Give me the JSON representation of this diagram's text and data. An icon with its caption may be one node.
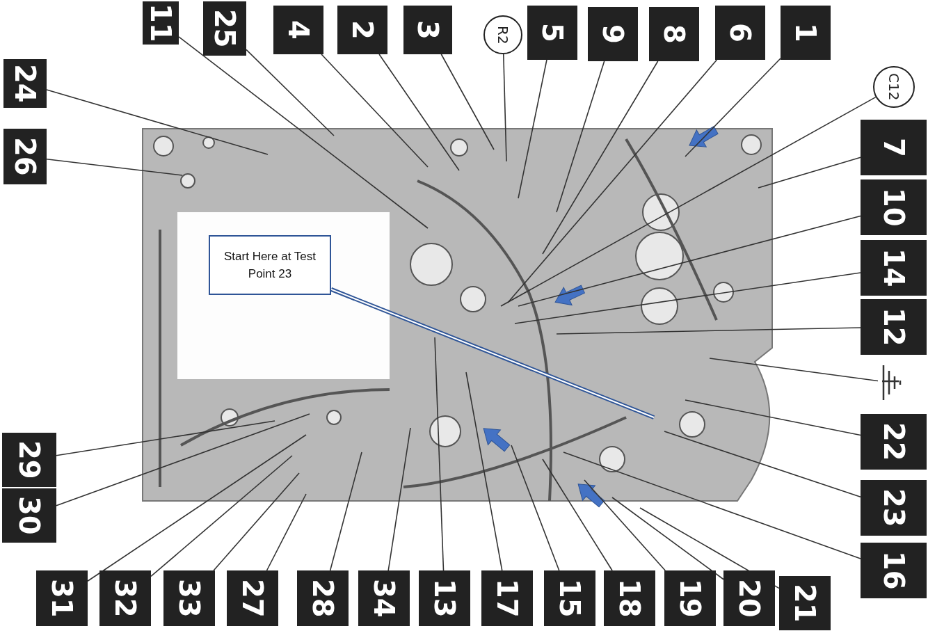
{
  "diagram": {
    "nodes": [
      {
        "text": [
          "24"
        ]
      },
      {
        "text": [
          "26"
        ]
      },
      {
        "text": [
          "11"
        ]
      },
      {
        "text": [
          "25"
        ]
      },
      {
        "text": [
          "4"
        ]
      },
      {
        "text": [
          "2"
        ]
      },
      {
        "text": [
          "3"
        ]
      },
      {
        "text": [
          "R2"
        ]
      },
      {
        "text": [
          "5"
        ]
      },
      {
        "text": [
          "9"
        ]
      },
      {
        "text": [
          "8"
        ]
      },
      {
        "text": [
          "6"
        ]
      },
      {
        "text": [
          "1"
        ]
      },
      {
        "text": [
          "C12"
        ]
      },
      {
        "text": [
          "7"
        ]
      },
      {
        "text": [
          "10"
        ]
      },
      {
        "text": [
          "14"
        ]
      },
      {
        "text": [
          "12"
        ]
      },
      {
        "text": [],
        "shape": "ground"
      },
      {
        "text": [
          "22"
        ]
      },
      {
        "text": [
          "23"
        ]
      },
      {
        "text": [
          "16"
        ]
      },
      {
        "text": [
          "29"
        ]
      },
      {
        "text": [
          "30"
        ]
      },
      {
        "text": [
          "31"
        ]
      },
      {
        "text": [
          "32"
        ]
      },
      {
        "text": [
          "33"
        ]
      },
      {
        "text": [
          "27"
        ]
      },
      {
        "text": [
          "28"
        ]
      },
      {
        "text": [
          "34"
        ]
      },
      {
        "text": [
          "13"
        ]
      },
      {
        "text": [
          "17"
        ]
      },
      {
        "text": [
          "15"
        ]
      },
      {
        "text": [
          "18"
        ]
      },
      {
        "text": [
          "19"
        ]
      },
      {
        "text": [
          "20"
        ]
      },
      {
        "text": [
          "21"
        ]
      },
      {
        "text": [
          "Start Here at Test Point 23"
        ]
      }
    ],
    "edges": [
      {
        "from": 0,
        "to": null,
        "arrow": "none"
      },
      {
        "from": 1,
        "to": null,
        "arrow": "none"
      },
      {
        "from": 2,
        "to": null,
        "arrow": "none"
      },
      {
        "from": 3,
        "to": null,
        "arrow": "none"
      },
      {
        "from": 4,
        "to": null,
        "arrow": "none"
      },
      {
        "from": 5,
        "to": null,
        "arrow": "none"
      },
      {
        "from": 6,
        "to": null,
        "arrow": "none"
      },
      {
        "from": 7,
        "to": null,
        "arrow": "none"
      },
      {
        "from": 8,
        "to": null,
        "arrow": "none"
      },
      {
        "from": 9,
        "to": null,
        "arrow": "none"
      },
      {
        "from": 10,
        "to": null,
        "arrow": "none"
      },
      {
        "from": 11,
        "to": null,
        "arrow": "none"
      },
      {
        "from": 12,
        "to": null,
        "arrow": "none"
      },
      {
        "from": 13,
        "to": null,
        "arrow": "none"
      },
      {
        "from": 14,
        "to": null,
        "arrow": "none"
      },
      {
        "from": 15,
        "to": null,
        "arrow": "none"
      },
      {
        "from": 16,
        "to": null,
        "arrow": "none"
      },
      {
        "from": 17,
        "to": null,
        "arrow": "none"
      },
      {
        "from": 18,
        "to": null,
        "arrow": "none"
      },
      {
        "from": 19,
        "to": null,
        "arrow": "none"
      },
      {
        "from": 20,
        "to": null,
        "arrow": "none"
      },
      {
        "from": 21,
        "to": null,
        "arrow": "none"
      },
      {
        "from": 22,
        "to": null,
        "arrow": "none"
      },
      {
        "from": 23,
        "to": null,
        "arrow": "none"
      },
      {
        "from": 24,
        "to": null,
        "arrow": "none"
      },
      {
        "from": 25,
        "to": null,
        "arrow": "none"
      },
      {
        "from": 26,
        "to": null,
        "arrow": "none"
      },
      {
        "from": 27,
        "to": null,
        "arrow": "none"
      },
      {
        "from": 28,
        "to": null,
        "arrow": "none"
      },
      {
        "from": 29,
        "to": null,
        "arrow": "none"
      },
      {
        "from": 30,
        "to": null,
        "arrow": "none"
      },
      {
        "from": 31,
        "to": null,
        "arrow": "none"
      },
      {
        "from": 32,
        "to": null,
        "arrow": "none"
      },
      {
        "from": 33,
        "to": null,
        "arrow": "none"
      },
      {
        "from": 34,
        "to": null,
        "arrow": "none"
      },
      {
        "from": 35,
        "to": null,
        "arrow": "none"
      },
      {
        "from": 36,
        "to": null,
        "arrow": "none"
      },
      {
        "from": 37,
        "to": null,
        "arrow": "none",
        "style": "thick",
        "color": "#2f5597"
      }
    ]
  }
}
